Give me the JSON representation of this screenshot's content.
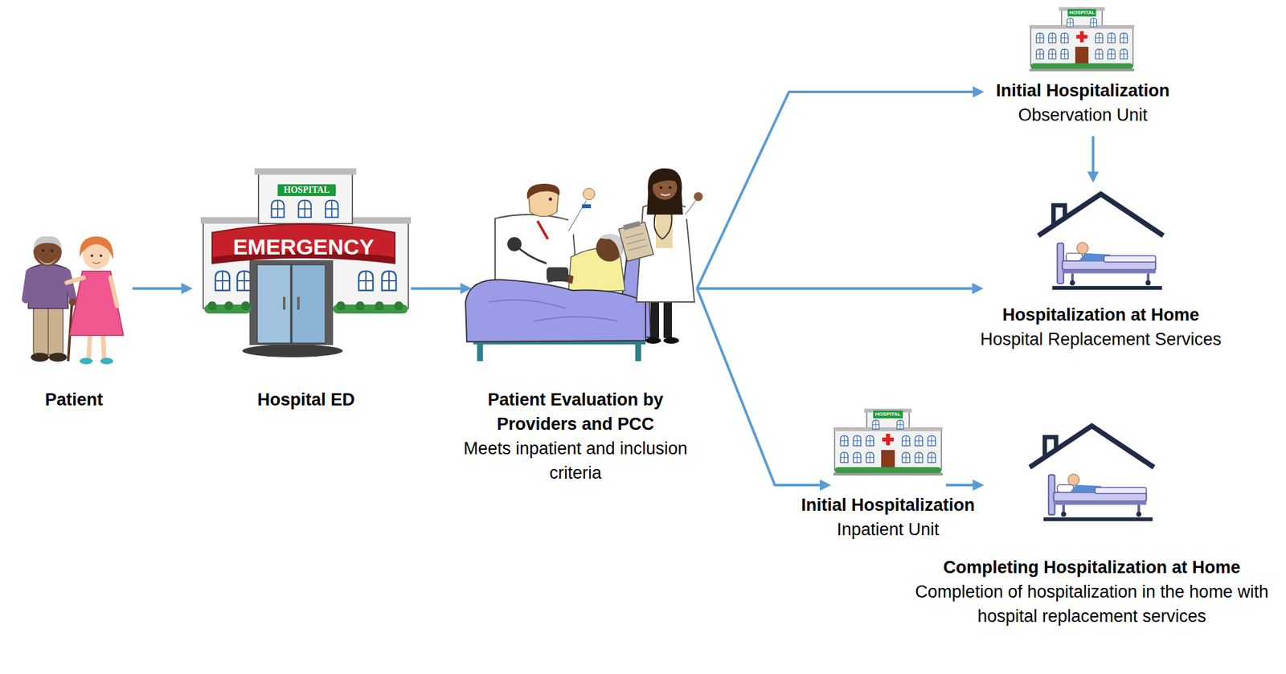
{
  "diagram": {
    "nodes": [
      {
        "text": [
          "Patient"
        ]
      },
      {
        "text": [
          "Hospital ED"
        ]
      },
      {
        "text": [
          "Patient Evaluation by Providers and PCC",
          "Meets inpatient and inclusion criteria"
        ]
      },
      {
        "text": [
          "Initial Hospitalization",
          "Observation Unit"
        ]
      },
      {
        "text": [
          "Hospitalization at Home",
          "Hospital Replacement Services"
        ]
      },
      {
        "text": [
          "Initial Hospitalization",
          "Inpatient Unit"
        ]
      },
      {
        "text": [
          "Completing Hospitalization at Home",
          "Completion of hospitalization in the home with hospital replacement services"
        ]
      }
    ],
    "edges": [
      {
        "from": 0,
        "to": 1,
        "arrow": "to"
      },
      {
        "from": 1,
        "to": 2,
        "arrow": "to"
      },
      {
        "from": 2,
        "to": 3,
        "arrow": "to"
      },
      {
        "from": 2,
        "to": 4,
        "arrow": "to"
      },
      {
        "from": 2,
        "to": 5,
        "arrow": "to"
      },
      {
        "from": 3,
        "to": 4,
        "arrow": "to"
      },
      {
        "from": 5,
        "to": 6,
        "arrow": "to"
      }
    ],
    "labels": [
      "HOSPITAL",
      "EMERGENCY",
      "HOSPITAL",
      "HOSPITAL"
    ]
  }
}
